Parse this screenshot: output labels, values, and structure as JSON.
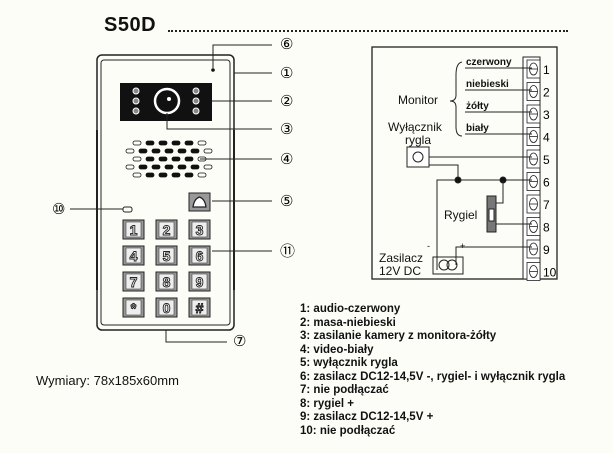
{
  "title": "S50D",
  "dimensions": "Wymiary: 78x185x60mm",
  "device_callouts": [
    "⑥",
    "①",
    "②",
    "③",
    "④",
    "⑤",
    "⑩",
    "⑪",
    "⑦"
  ],
  "keypad": {
    "call_key_icon": "bell-icon",
    "keys": [
      "1",
      "2",
      "3",
      "4",
      "5",
      "6",
      "7",
      "8",
      "9",
      "*",
      "0",
      "#"
    ]
  },
  "wiring": {
    "monitor_label": "Monitor",
    "wires": [
      "czerwony",
      "niebieski",
      "żółty",
      "biały"
    ],
    "lock_switch_label": [
      "Wyłącznik",
      "rygla"
    ],
    "lock_label": "Rygiel",
    "psu_label": [
      "Zasilacz",
      "12V DC"
    ],
    "psu_minus": "-",
    "psu_plus": "+",
    "terminals": [
      "1",
      "2",
      "3",
      "4",
      "5",
      "6",
      "7",
      "8",
      "9",
      "10"
    ]
  },
  "legend": [
    "1: audio-czerwony",
    "2: masa-niebieski",
    "3: zasilanie kamery z monitora-żółty",
    "4: video-biały",
    "5: wyłącznik rygla",
    "6: zasilacz DC12-14,5V -, rygiel- i wyłącznik rygla",
    "7: nie podłączać",
    "8: rygiel +",
    "9: zasilacz DC12-14,5V +",
    "10: nie podłączać"
  ]
}
